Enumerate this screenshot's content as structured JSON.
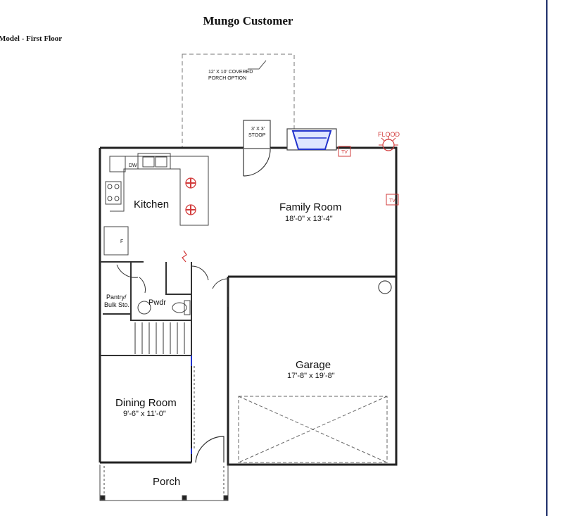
{
  "header": {
    "title": "Mungo Customer",
    "subtitle": "Model - First Floor"
  },
  "plan": {
    "porch_option_line1": "12' X 10' COVERED",
    "porch_option_line2": "PORCH OPTION",
    "stoop_line1": "3' X 3'",
    "stoop_line2": "STOOP",
    "dw": "DW",
    "fridge": "F",
    "flood": "FLOOD",
    "tv": "TV",
    "kitchen": "Kitchen",
    "family_room": "Family Room",
    "family_room_dims": "18'-0\" x 13'-4\"",
    "pantry_line1": "Pantry/",
    "pantry_line2": "Bulk Sto.",
    "pwdr": "Pwdr",
    "garage": "Garage",
    "garage_dims": "17'-8\" x 19'-8\"",
    "dining_room": "Dining Room",
    "dining_room_dims": "9'-6\" x 11'-0\"",
    "porch": "Porch"
  }
}
